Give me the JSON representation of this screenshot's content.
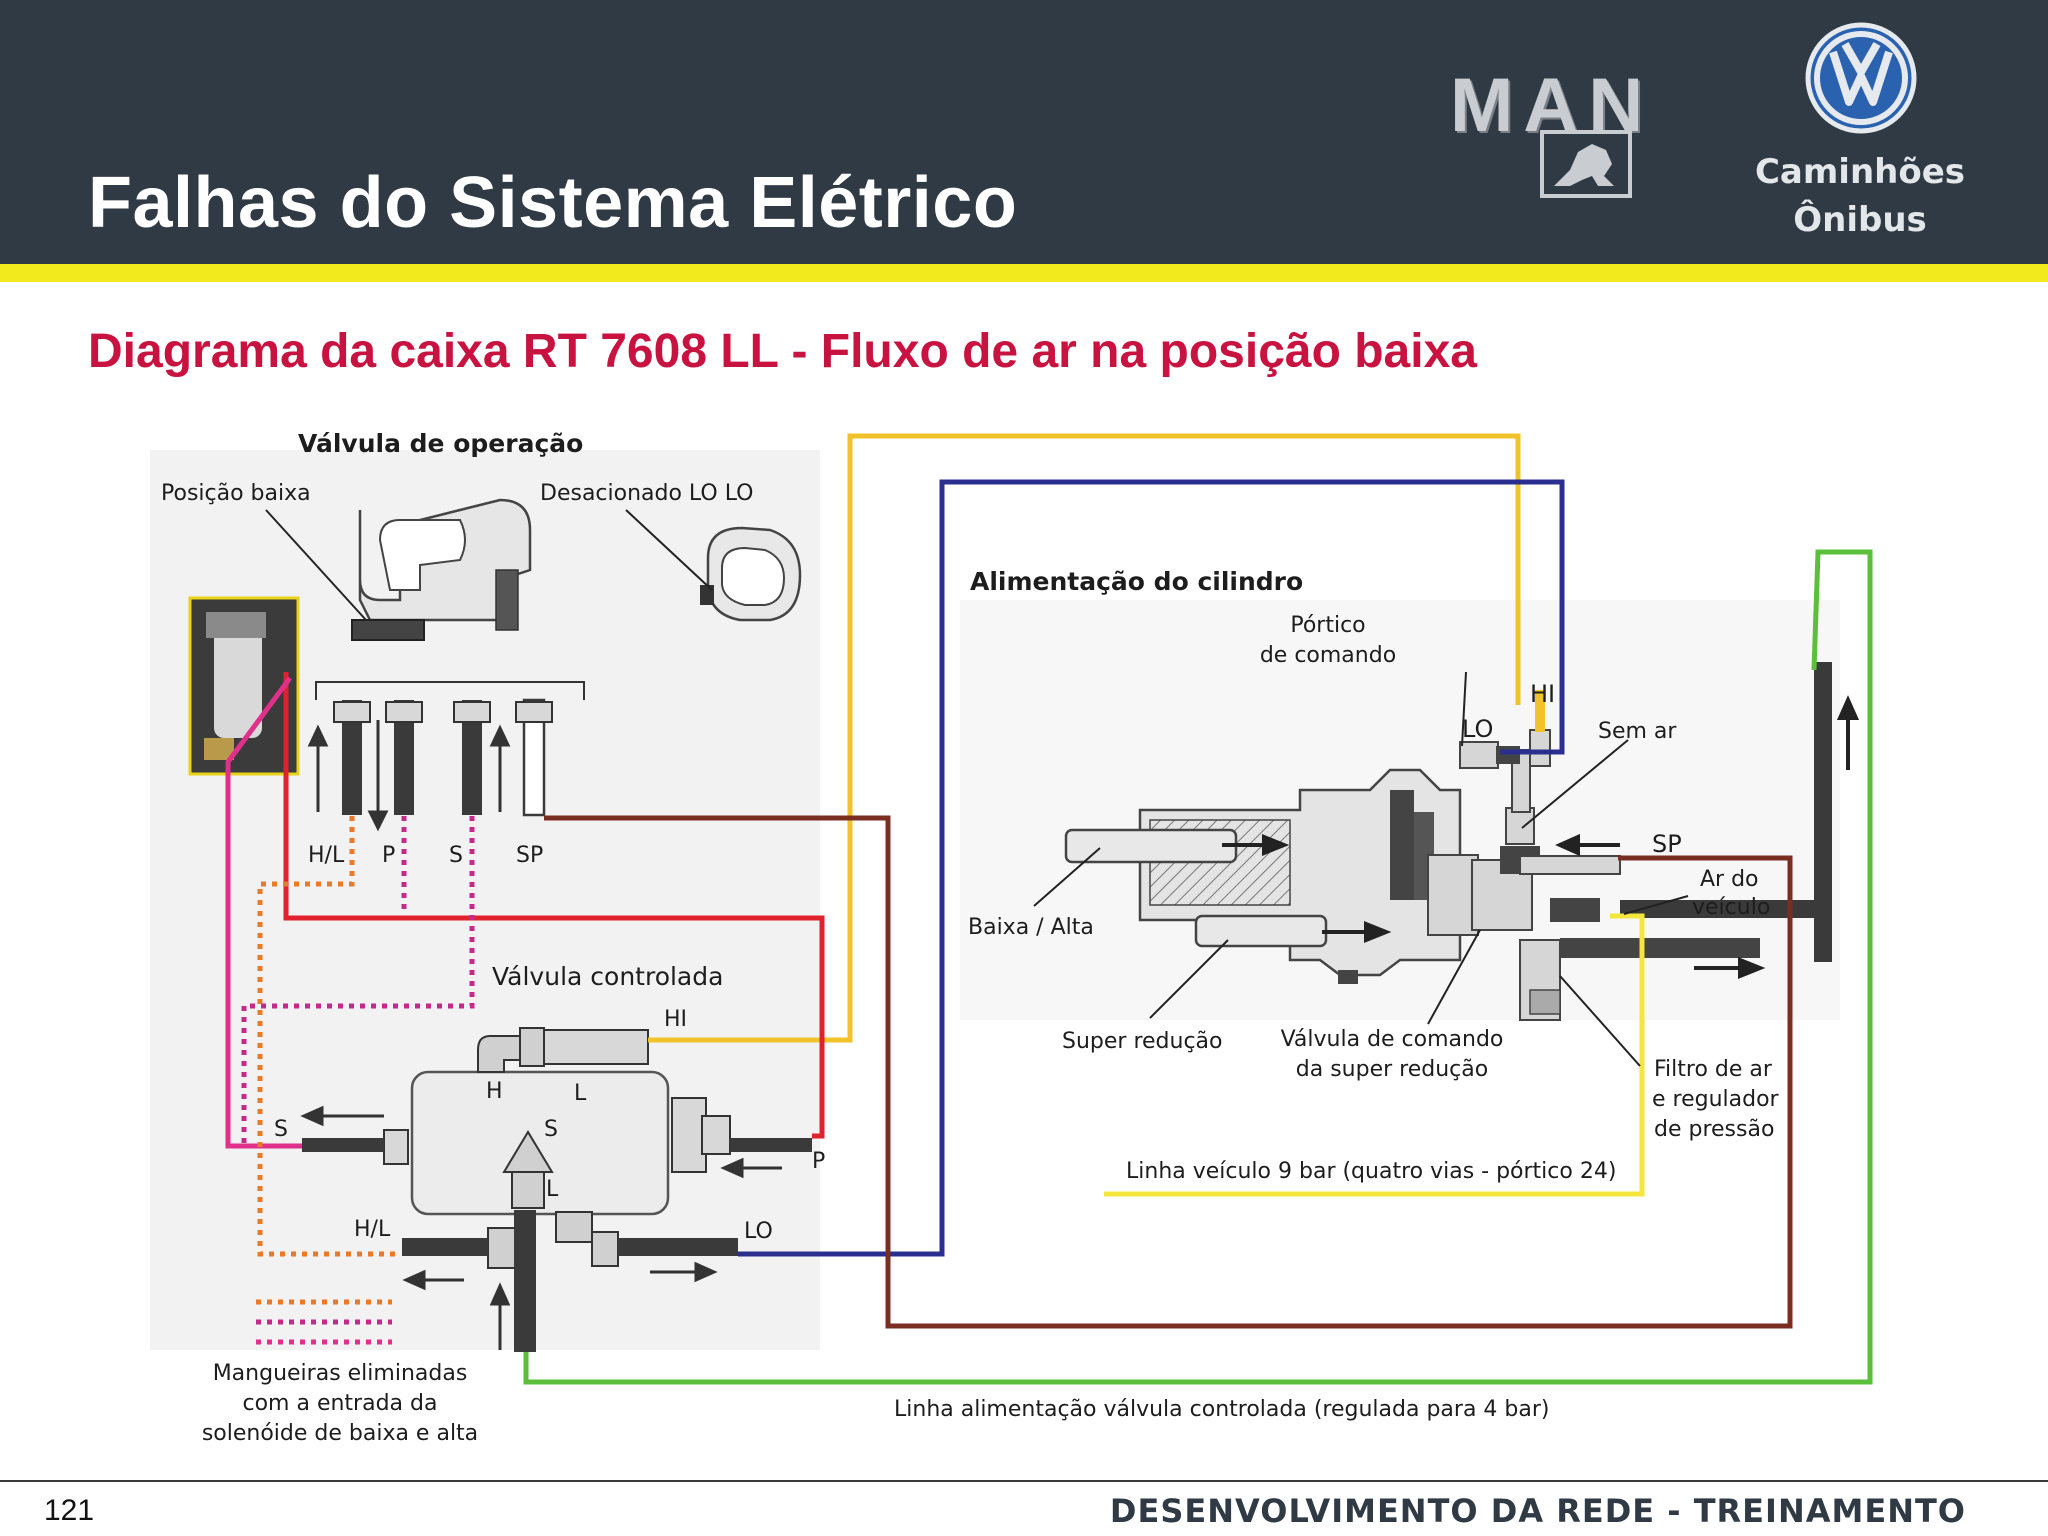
{
  "header": {
    "title": "Falhas do Sistema Elétrico",
    "brand_man": "MAN",
    "brand_line1": "Caminhões",
    "brand_line2": "Ônibus"
  },
  "subtitle": "Diagrama da caixa RT 7608 LL - Fluxo de ar na posição baixa",
  "diagram": {
    "labels": {
      "valvula_operacao": "Válvula de operação",
      "posicao_baixa": "Posição baixa",
      "desacionado": "Desacionado LO LO",
      "hl_top": "H/L",
      "p_top": "P",
      "s_top": "S",
      "sp_top": "SP",
      "valvula_controlada": "Válvula controlada",
      "hi_ctrl": "HI",
      "h_ctrl": "H",
      "l_ctrl": "L",
      "s_ctrl_left": "S",
      "s_ctrl_center": "S",
      "l_ctrl_lower": "L",
      "p_ctrl": "P",
      "hl_ctrl": "H/L",
      "lo_ctrl": "LO",
      "mangueiras_1": "Mangueiras eliminadas",
      "mangueiras_2": "com a entrada da",
      "mangueiras_3": "solenóide de baixa e alta",
      "alimentacao_cilindro": "Alimentação do cilindro",
      "portico_1": "Pórtico",
      "portico_2": "de comando",
      "lo_cyl": "LO",
      "hi_cyl": "HI",
      "sem_ar": "Sem ar",
      "sp_cyl": "SP",
      "ar_veiculo_1": "Ar do",
      "ar_veiculo_2": "veículo",
      "baixa_alta": "Baixa / Alta",
      "super_reducao": "Super redução",
      "valvula_comando_1": "Válvula de comando",
      "valvula_comando_2": "da super redução",
      "filtro_1": "Filtro de ar",
      "filtro_2": "e regulador",
      "filtro_3": "de pressão",
      "linha_veiculo": "Linha veículo 9 bar (quatro vias - pórtico 24)",
      "linha_alimentacao": "Linha alimentação válvula controlada (regulada para 4 bar)"
    },
    "colors": {
      "yellow_line": "#f2c22a",
      "blue_line": "#2a2f8f",
      "green_line": "#5bbf3b",
      "brown_line": "#7a2e22",
      "red_line": "#e0222f",
      "magenta_line": "#e0308a",
      "orange_dotted": "#e87a2a",
      "purple_dotted": "#c42a8a",
      "veiculo_line": "#f4e63a"
    }
  },
  "footer": {
    "page_number": "121",
    "text": "DESENVOLVIMENTO DA REDE - TREINAMENTO"
  }
}
